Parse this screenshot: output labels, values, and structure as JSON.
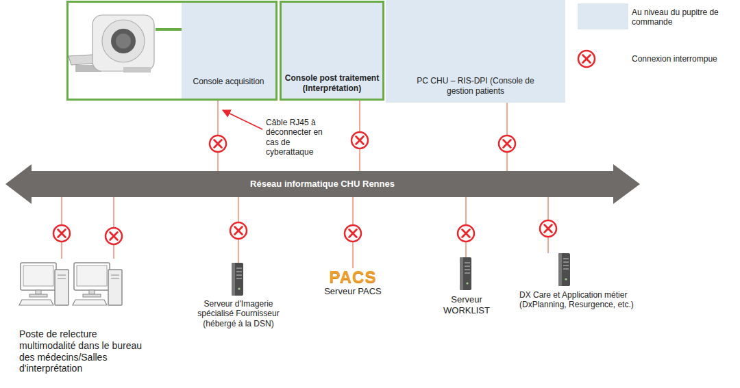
{
  "diagram": {
    "nodes": [
      {
        "text": []
      },
      {
        "text": [
          "Console acquisition"
        ],
        "in": 0
      },
      {
        "text": [
          "Console post traitement (Interprétation)"
        ]
      },
      {
        "text": [
          "PC CHU – RIS-DPI (Console de gestion patients"
        ]
      },
      {
        "text": [
          "Réseau informatique CHU Rennes"
        ]
      },
      {
        "text": [
          "Poste de relecture multimodalité dans le bureau des médecins/Salles d'interprétation"
        ]
      },
      {
        "text": [
          "Serveur d'Imagerie spécialisé Fournisseur (hébergé à la DSN)"
        ]
      },
      {
        "text": [
          "PACS",
          "Serveur PACS"
        ]
      },
      {
        "text": [
          "Serveur WORKLIST"
        ]
      },
      {
        "text": [
          "DX Care et Application métier (DxPlanning, Resurgence, etc.)"
        ]
      }
    ],
    "edges": [
      {
        "from": 1,
        "to": 4,
        "arrow": "none"
      },
      {
        "from": 2,
        "to": 4,
        "arrow": "none"
      },
      {
        "from": 3,
        "to": 4,
        "arrow": "none"
      },
      {
        "from": 4,
        "to": 5,
        "arrow": "none"
      },
      {
        "from": 4,
        "to": 5,
        "arrow": "none"
      },
      {
        "from": 4,
        "to": 6,
        "arrow": "none"
      },
      {
        "from": 4,
        "to": 7,
        "arrow": "none"
      },
      {
        "from": 4,
        "to": 8,
        "arrow": "none"
      },
      {
        "from": 4,
        "to": 9,
        "arrow": "none"
      }
    ],
    "labels": [
      "Câble RJ45 à déconnecter en cas de cyberattaque"
    ],
    "legend": [
      {
        "text": "Au niveau du pupitre de commande",
        "color": "#dde8f3"
      },
      {
        "text": "Connexion interrompue"
      }
    ]
  }
}
